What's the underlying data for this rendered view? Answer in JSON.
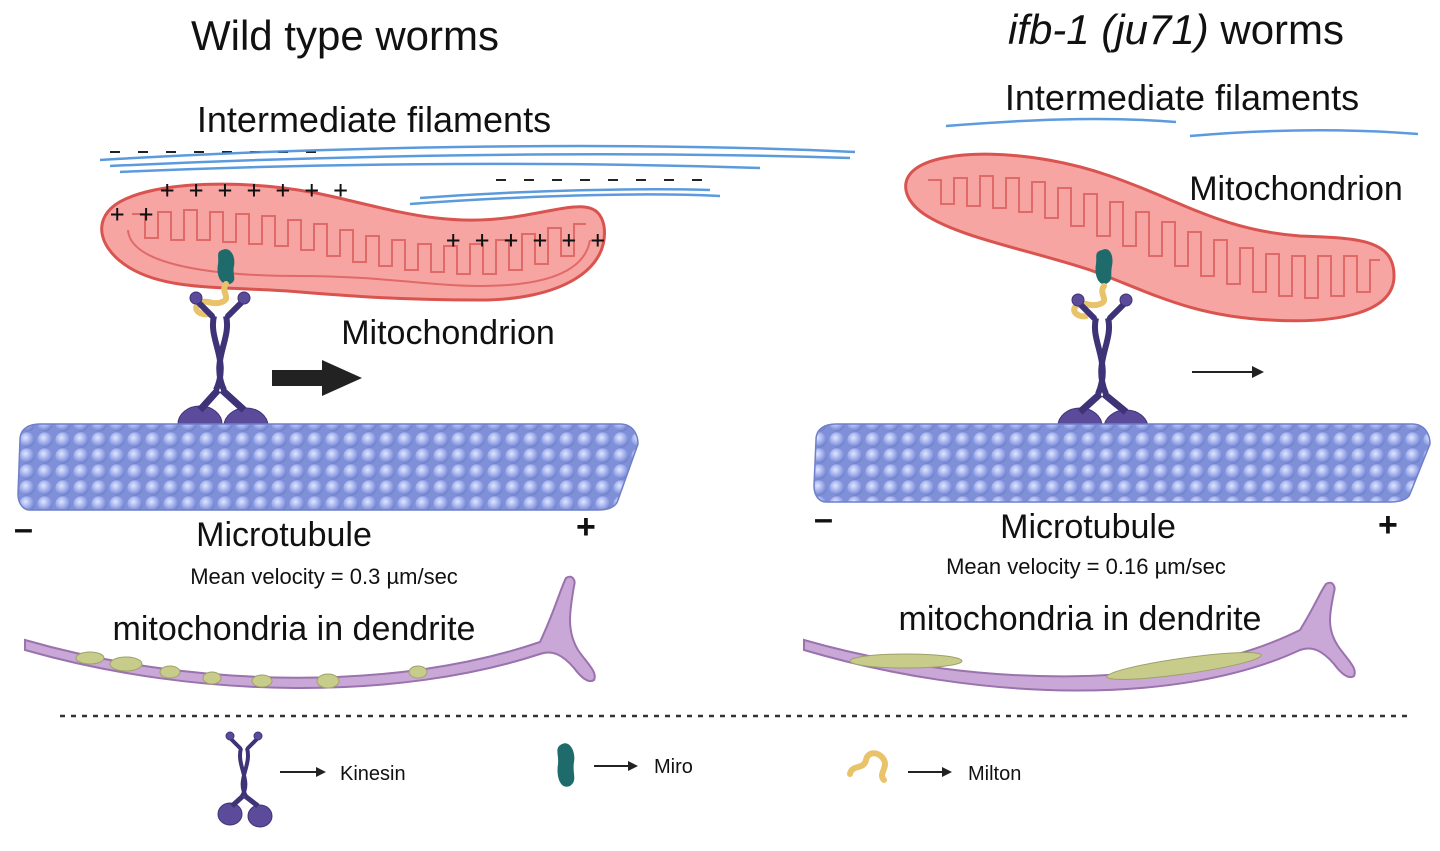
{
  "left_panel": {
    "title": "Wild type worms",
    "filaments_label": "Intermediate filaments",
    "mitochondrion_label": "Mitochondrion",
    "microtubule_label": "Microtubule",
    "minus_label": "–",
    "plus_label": "+",
    "velocity_label": "Mean velocity = 0.3 µm/sec",
    "dendrite_label": "mitochondria in dendrite",
    "charge_plus_1": "+ + + + + + +",
    "charge_plus_2": "+ +",
    "charge_plus_3": "+ + + + + +"
  },
  "right_panel": {
    "title_italic": "ifb-1 (ju71)",
    "title_rest": " worms",
    "filaments_label": "Intermediate filaments",
    "mitochondrion_label": "Mitochondrion",
    "microtubule_label": "Microtubule",
    "minus_label": "–",
    "plus_label": "+",
    "velocity_label": "Mean velocity = 0.16 µm/sec",
    "dendrite_label": "mitochondria in dendrite"
  },
  "legend": {
    "kinesin": "Kinesin",
    "miro": "Miro",
    "milton": "Milton"
  },
  "colors": {
    "mitochondrion_fill": "#f7a5a3",
    "mitochondrion_stroke": "#d9534f",
    "microtubule": "#8d9fe0",
    "kinesin": "#5b4b9a",
    "miro": "#1f6b6b",
    "milton": "#e8c36a",
    "filament": "#4a90d9",
    "dendrite": "#c9a7d6",
    "mito_dendrite": "#c8cc8a"
  }
}
